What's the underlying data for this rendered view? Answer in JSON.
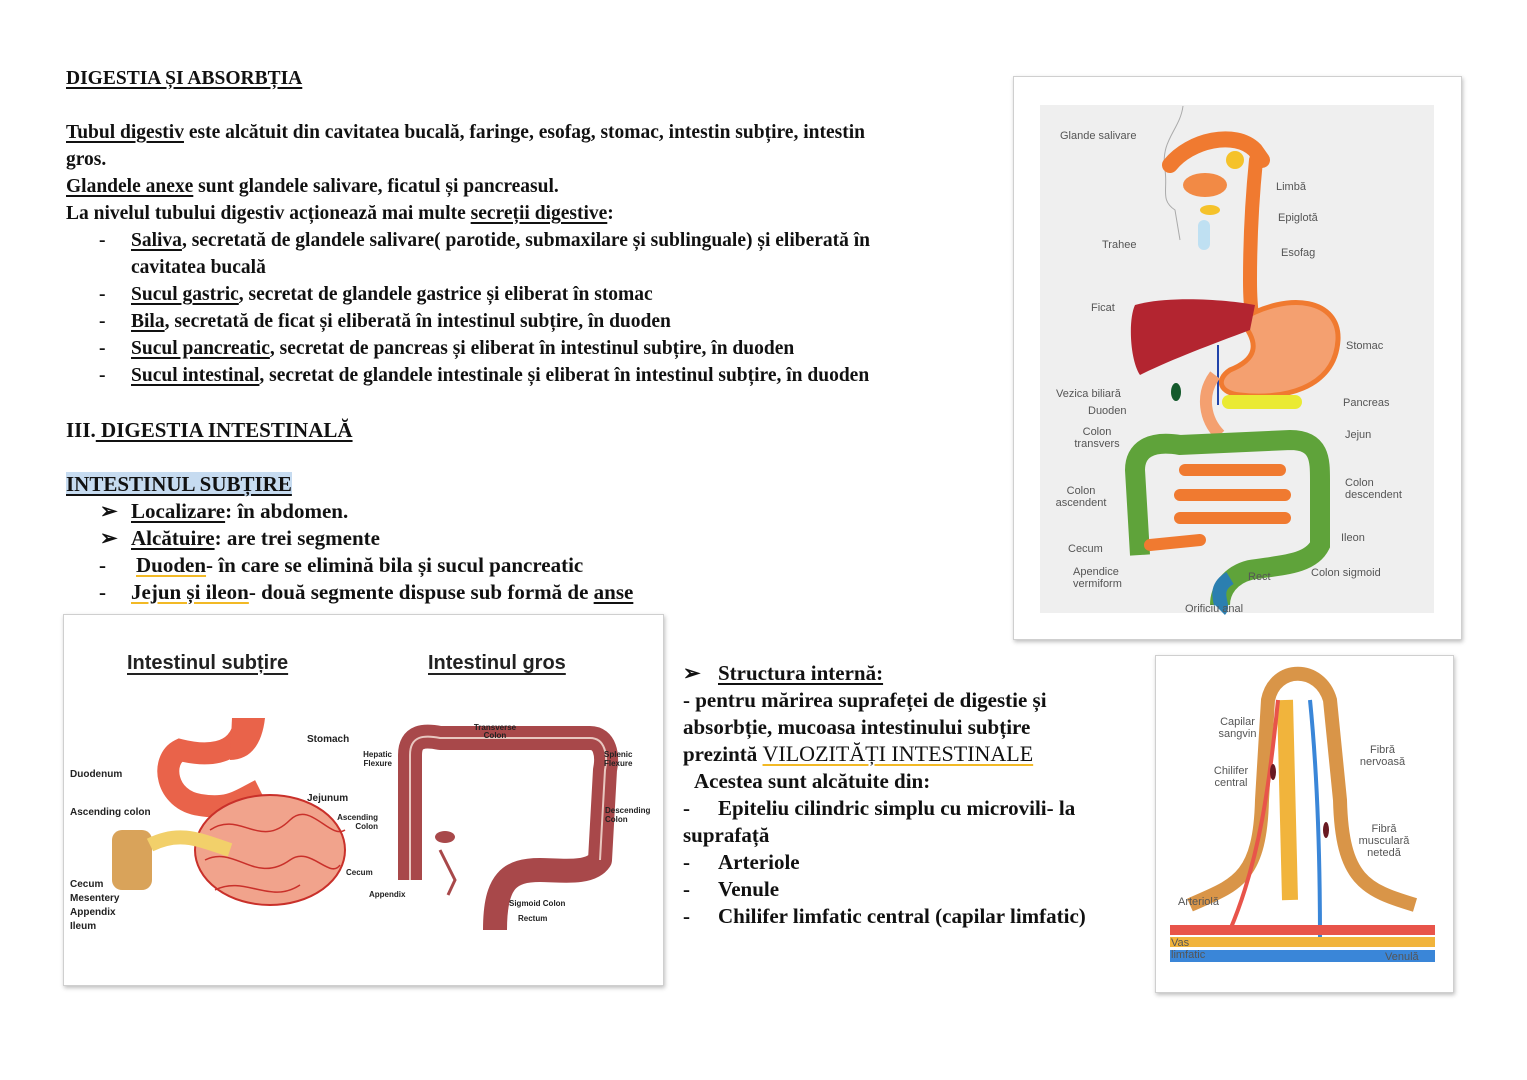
{
  "title": "DIGESTIA ȘI ABSORBȚIA",
  "intro": {
    "p1_term": "Tubul digestiv",
    "p1_rest": " este alcătuit din cavitatea bucală, faringe, esofag, stomac, intestin subțire, intestin",
    "p1_cont": "gros.",
    "p2_term": "Glandele anexe",
    "p2_rest": " sunt glandele salivare, ficatul și pancreasul.",
    "p3_pre": "La nivelul tubului digestiv acționează mai multe ",
    "p3_term": "secreții digestive",
    "p3_post": ":"
  },
  "secretions": [
    {
      "term": "Saliva",
      "rest": ", secretată de glandele salivare( parotide, submaxilare și sublinguale) și eliberată în",
      "cont": "cavitatea bucală"
    },
    {
      "term": "Sucul gastric",
      "rest": ", secretat de glandele gastrice și eliberat în stomac"
    },
    {
      "term": "Bila",
      "rest": ", secretată de ficat și eliberată în intestinul subțire, în duoden"
    },
    {
      "term": "Sucul pancreatic",
      "rest": ", secretat de pancreas și eliberat în intestinul subțire, în duoden"
    },
    {
      "term": "Sucul intestinal",
      "rest": ", secretat de glandele intestinale și eliberat în intestinul subțire, în duoden"
    }
  ],
  "section3": {
    "prefix": "III.",
    "heading": " DIGESTIA INTESTINALĂ",
    "subheading": "INTESTINUL SUBȚIRE",
    "items": [
      {
        "bullet": "➢",
        "term": "Localizare",
        "rest": ": în abdomen."
      },
      {
        "bullet": "➢",
        "term": "Alcătuire",
        "rest": ": are trei segmente"
      },
      {
        "bullet": "-",
        "term": "Duoden",
        "rest": "- în care se elimină bila și sucul pancreatic"
      },
      {
        "bullet": "-",
        "term": "Jejun și ileon",
        "rest": "- două segmente dispuse sub formă de ",
        "term2": "anse"
      }
    ]
  },
  "structure": {
    "heading": "Structura internă:",
    "lines": [
      "- pentru mărirea suprafeței de digestie și",
      "absorbție, mucoasa intestinului subțire"
    ],
    "line3_pre": "prezintă ",
    "line3_term": "VILOZITĂȚI INTESTINALE",
    "intro": "Acestea sunt alcătuite din:",
    "items": [
      "Epiteliu cilindric simplu cu microvili- la",
      "Arteriole",
      "Venule",
      "Chilifer limfatic central (capilar limfatic)"
    ],
    "item1_cont": "suprafață"
  },
  "digestive_diagram": {
    "labels": {
      "glande": "Glande salivare",
      "limba": "Limbă",
      "epiglota": "Epiglotă",
      "trahee": "Trahee",
      "esofag": "Esofag",
      "ficat": "Ficat",
      "stomac": "Stomac",
      "vezica": "Vezica biliară",
      "duoden": "Duoden",
      "pancreas": "Pancreas",
      "colon_tr": "Colon transvers",
      "jejun": "Jejun",
      "colon_asc": "Colon ascendent",
      "colon_desc": "Colon descendent",
      "ileon": "Ileon",
      "cecum": "Cecum",
      "apendice": "Apendice vermiform",
      "rect": "Rect",
      "sigmoid": "Colon sigmoid",
      "anal": "Orificiu anal"
    }
  },
  "intestine_diagram": {
    "title_small": "Intestinul subțire",
    "title_large": "Intestinul gros",
    "small_labels": {
      "stomach": "Stomach",
      "duodenum": "Duodenum",
      "jejunum": "Jejunum",
      "ascending": "Ascending colon",
      "cecum": "Cecum",
      "mesentery": "Mesentery",
      "appendix": "Appendix",
      "ileum": "Ileum"
    },
    "large_labels": {
      "transverse": "Transverse Colon",
      "hepatic": "Hepatic Flexure",
      "splenic": "Splenic Flexure",
      "ascending": "Ascending Colon",
      "descending": "Descending Colon",
      "cecum": "Cecum",
      "appendix": "Appendix",
      "sigmoid": "Sigmoid Colon",
      "rectum": "Rectum"
    }
  },
  "villus_diagram": {
    "labels": {
      "capilar": "Capilar sangvin",
      "fibra_n": "Fibră nervoasă",
      "chilifer": "Chilifer central",
      "fibra_m": "Fibră musculară netedă",
      "arteriola": "Arteriolă",
      "vas": "Vas limfatic",
      "venula": "Venulă"
    }
  },
  "colors": {
    "highlight": "#c6dbf0",
    "yellow_underline": "#f2b925"
  }
}
